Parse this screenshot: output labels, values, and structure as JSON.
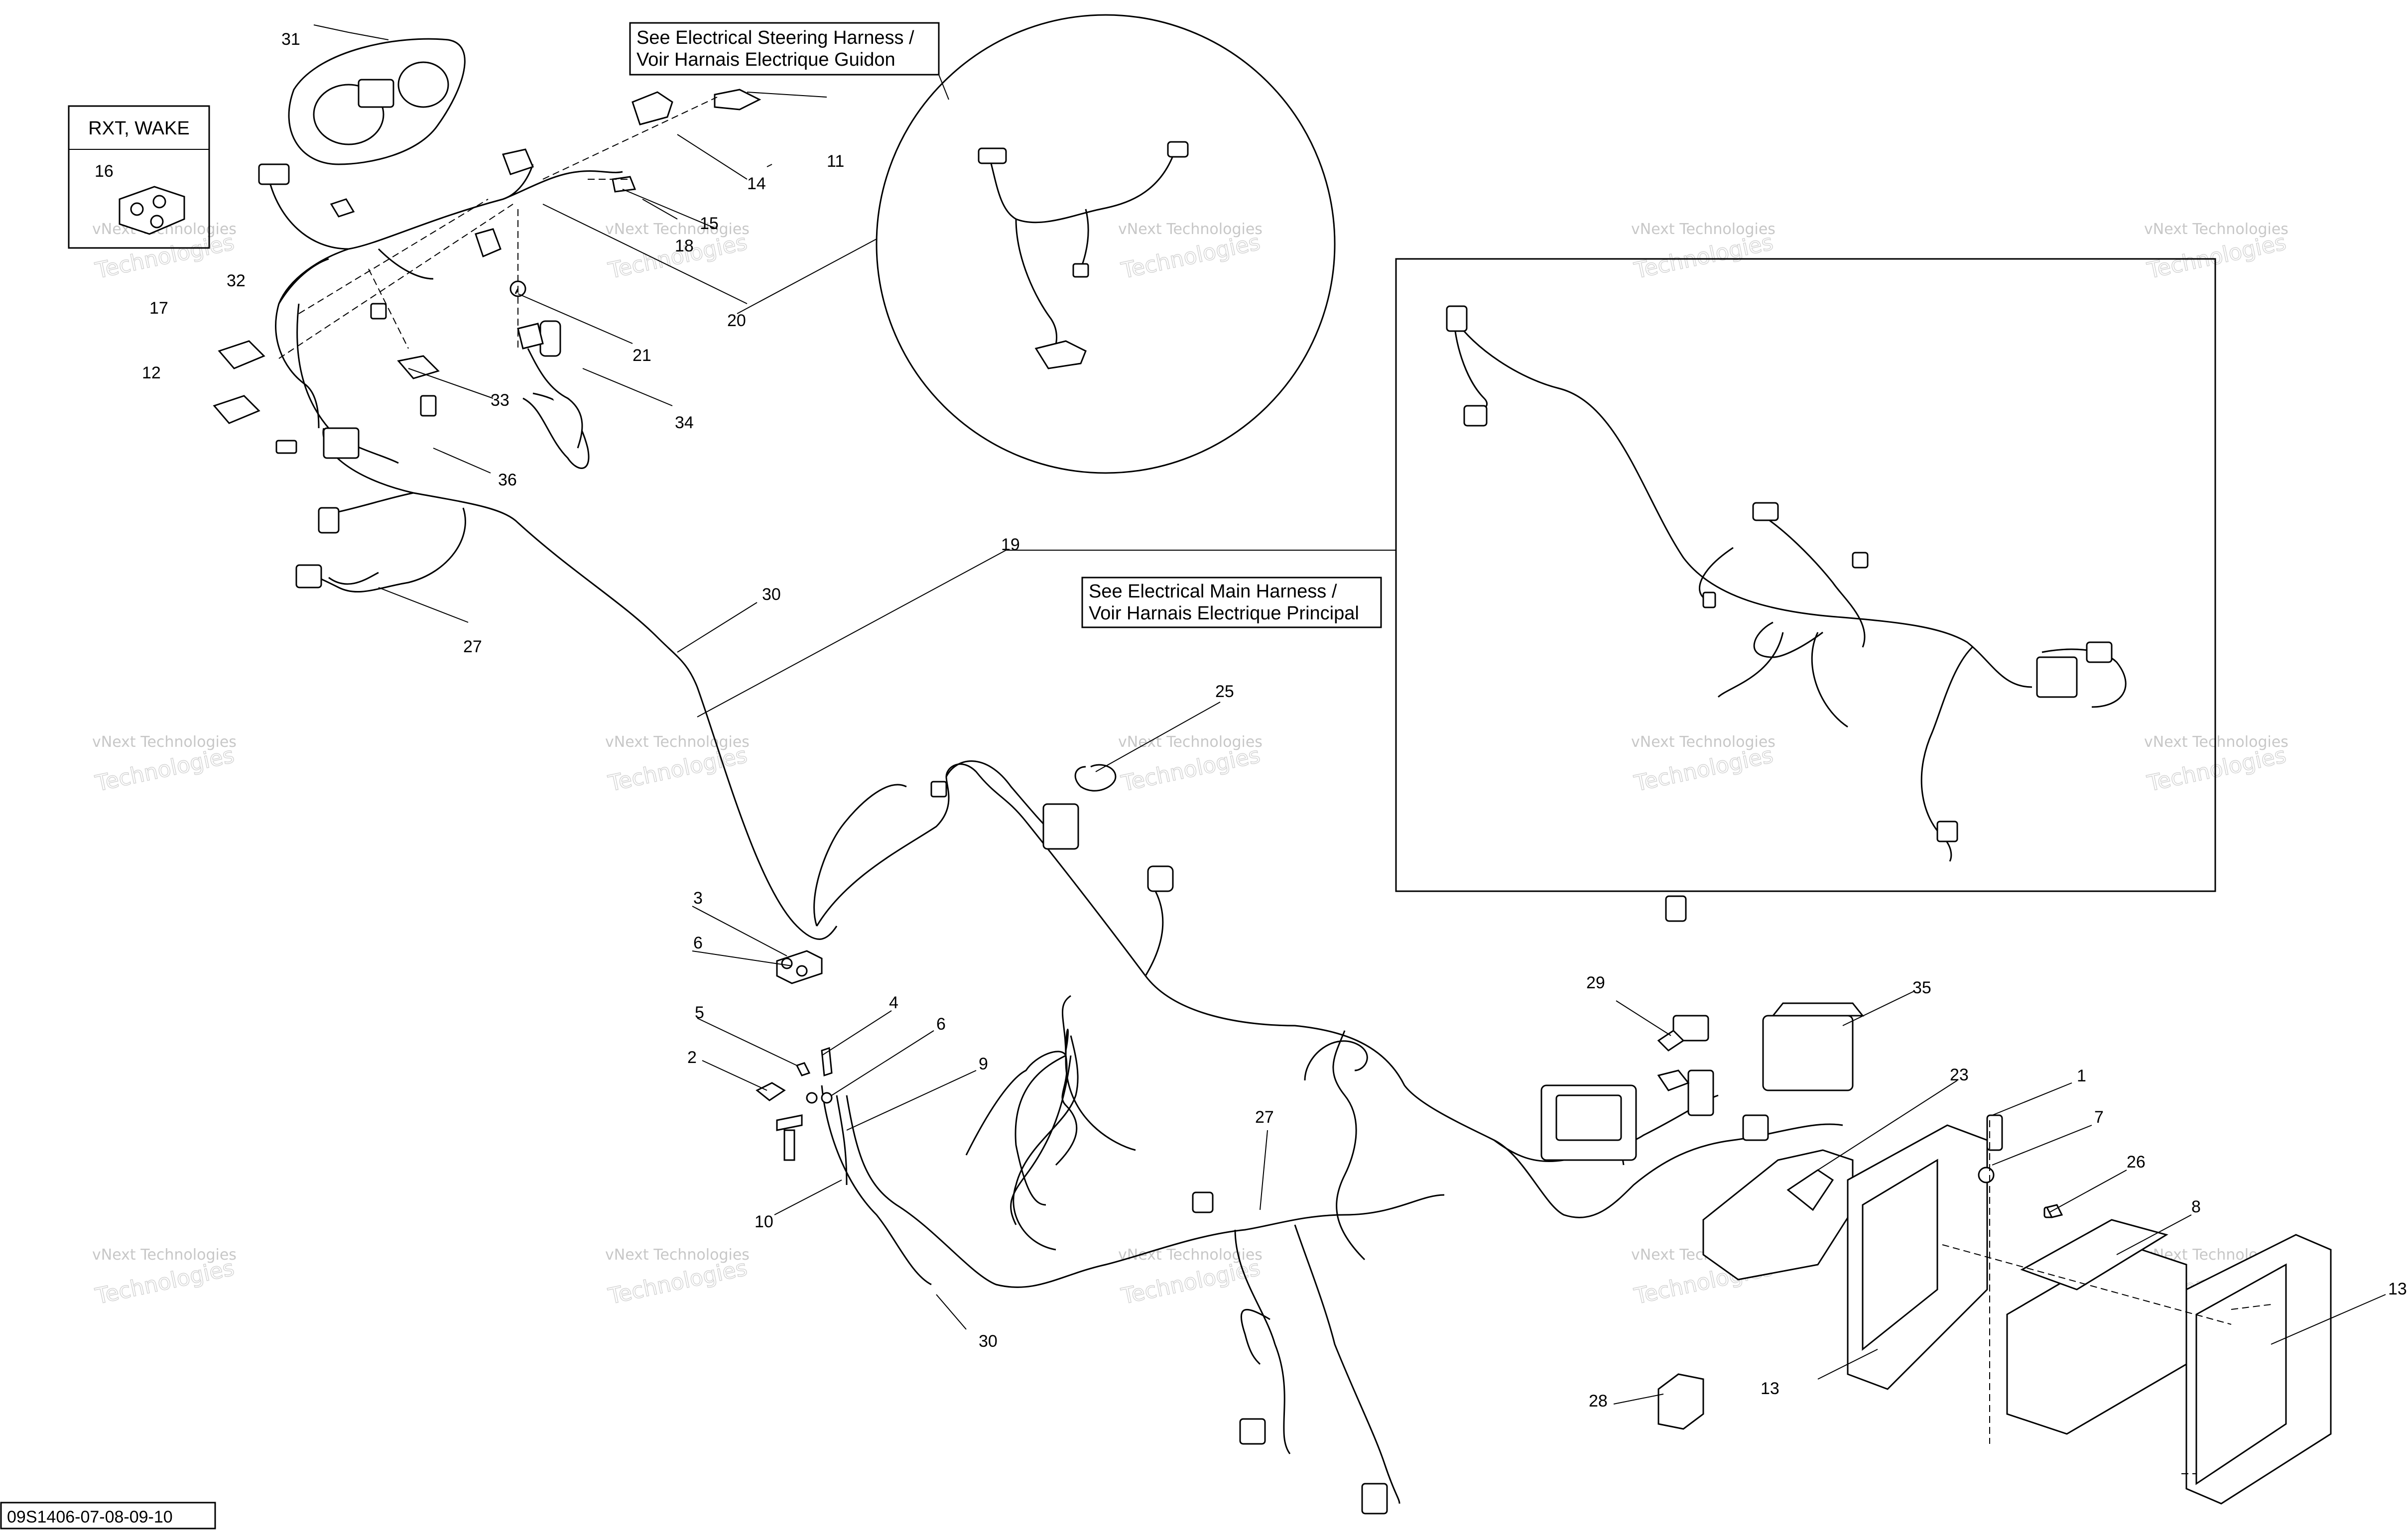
{
  "diagram": {
    "ref_code": "09S1406-07-08-09-10",
    "variant_label": "RXT, WAKE",
    "steering_note": [
      "See Electrical Steering Harness /",
      "Voir Harnais Electrique Guidon"
    ],
    "main_note": [
      "See Electrical Main Harness /",
      "Voir Harnais Electrique Principal"
    ],
    "watermark_line1": "vNext Technologies",
    "watermark_line2": "Technologies",
    "callouts": [
      "1",
      "2",
      "3",
      "4",
      "5",
      "6",
      "6",
      "7",
      "8",
      "9",
      "10",
      "11",
      "12",
      "13",
      "13",
      "14",
      "15",
      "16",
      "17",
      "18",
      "19",
      "20",
      "21",
      "23",
      "25",
      "26",
      "27",
      "27",
      "28",
      "29",
      "30",
      "30",
      "31",
      "32",
      "33",
      "34",
      "35",
      "36"
    ]
  }
}
